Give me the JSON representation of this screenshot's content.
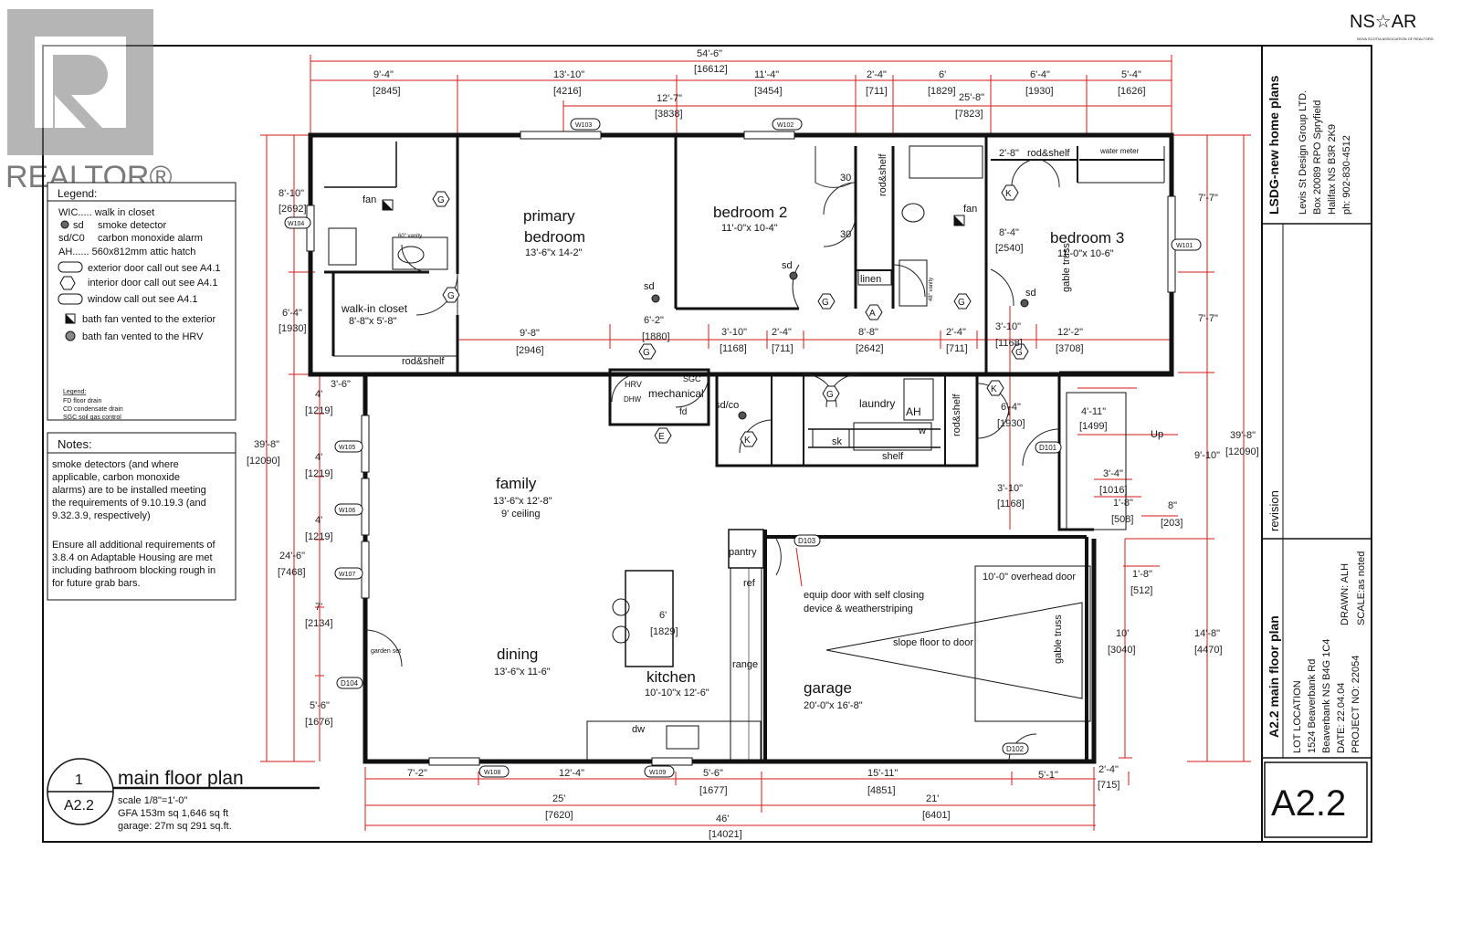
{
  "watermark": {
    "brand": "REALTOR®",
    "logo": "NS☆AR",
    "logo_sub": "NOVA SCOTIA ASSOCIATION OF REALTORS"
  },
  "dimensions": {
    "top_overall": "54'-6\"",
    "top_overall_mm": "[16612]",
    "top": [
      {
        "ft": "9'-4\"",
        "mm": "[2845]"
      },
      {
        "ft": "13'-10\"",
        "mm": "[4216]"
      },
      {
        "ft": "11'-4\"",
        "mm": "[3454]"
      },
      {
        "ft": "2'-4\"",
        "mm": "[711]"
      },
      {
        "ft": "6'",
        "mm": "[1829]"
      },
      {
        "ft": "6'-4\"",
        "mm": "[1930]"
      },
      {
        "ft": "5'-4\"",
        "mm": "[1626]"
      }
    ],
    "top2_a": "12'-7\"",
    "top2_a_mm": "[3838]",
    "top2_b": "25'-8\"",
    "top2_b_mm": "[7823]",
    "left_a": "8'-10\"",
    "left_a_mm": "[2692]",
    "left_b": "6'-4\"",
    "left_b_mm": "[1930]",
    "left_overall": "39'-8\"",
    "left_overall_mm": "[12090]",
    "left_c": "24'-6\"",
    "left_c_mm": "[7468]",
    "left_list": [
      {
        "ft": "3'-6\"",
        "mm": ""
      },
      {
        "ft": "4'",
        "mm": "[1219]"
      },
      {
        "ft": "4'",
        "mm": "[1219]"
      },
      {
        "ft": "4'",
        "mm": "[1219]"
      },
      {
        "ft": "7'",
        "mm": "[2134]"
      },
      {
        "ft": "5'-6\"",
        "mm": "[1676]"
      }
    ],
    "mid": [
      {
        "ft": "9'-8\"",
        "mm": "[2946]"
      },
      {
        "ft": "6'-2\"",
        "mm": "[1880]"
      },
      {
        "ft": "3'-10\"",
        "mm": "[1168]"
      },
      {
        "ft": "2'-4\"",
        "mm": "[711]"
      },
      {
        "ft": "8'-8\"",
        "mm": "[2642]"
      },
      {
        "ft": "2'-4\"",
        "mm": "[711]"
      },
      {
        "ft": "3'-10\"",
        "mm": "[1168]"
      },
      {
        "ft": "12'-2\"",
        "mm": "[3708]"
      }
    ],
    "right_a": "7'-7\"",
    "right_b": "7'-7\"",
    "right_c": "9'-10\"",
    "right_overall": "39'-8\"",
    "right_overall_mm": "[12090]",
    "right_d": "14'-8\"",
    "right_d_mm": "[4470]",
    "right_e": "10'",
    "right_e_mm": "[3040]",
    "right_small": [
      {
        "ft": "4'-11\"",
        "mm": "[1499]"
      },
      {
        "ft": "3'-4\"",
        "mm": "[1016]"
      },
      {
        "ft": "1'-8\"",
        "mm": "[508]"
      },
      {
        "ft": "8\"",
        "mm": "[203]"
      },
      {
        "ft": "1'-8\"",
        "mm": "[512]"
      },
      {
        "ft": "6'-4\"",
        "mm": "[1930]"
      },
      {
        "ft": "3'-10\"",
        "mm": "[1168]"
      },
      {
        "ft": "8'-4\"",
        "mm": "[2540]"
      },
      {
        "ft": "2'-8\"",
        "mm": ""
      }
    ],
    "bottom": [
      {
        "ft": "7'-2\"",
        "mm": ""
      },
      {
        "ft": "12'-4\"",
        "mm": ""
      },
      {
        "ft": "5'-6\"",
        "mm": "[1677]"
      },
      {
        "ft": "15'-11\"",
        "mm": "[4851]"
      },
      {
        "ft": "5'-1\"",
        "mm": ""
      },
      {
        "ft": "2'-4\"",
        "mm": "[715]"
      }
    ],
    "bottom2_a": "25'",
    "bottom2_a_mm": "[7620]",
    "bottom2_b": "21'",
    "bottom2_b_mm": "[6401]",
    "bottom_overall": "46'",
    "bottom_overall_mm": "[14021]",
    "island": "6'",
    "island_mm": "[1829]"
  },
  "rooms": {
    "primary": {
      "name": "primary bedroom",
      "name1": "primary",
      "name2": "bedroom",
      "size": "13'-6\"x 14-2\""
    },
    "bed2": {
      "name": "bedroom 2",
      "size": "11'-0\"x 10-4\""
    },
    "bed3": {
      "name": "bedroom 3",
      "size": "11'-0\"x 10-6\""
    },
    "wic": {
      "name": "walk-in closet",
      "size": "8'-8\"x 5'-8\""
    },
    "family": {
      "name": "family",
      "size": "13'-6\"x 12'-8\"",
      "note": "9' ceiling"
    },
    "dining": {
      "name": "dining",
      "size": "13'-6\"x 11-6\""
    },
    "kitchen": {
      "name": "kitchen",
      "size": "10'-10\"x 12'-6\""
    },
    "garage": {
      "name": "garage",
      "size": "20'-0\"x 16'-8\""
    },
    "laundry": "laundry",
    "mechanical": "mechanical",
    "linen": "linen",
    "pantry": "pantry"
  },
  "labels": {
    "fan1": "fan",
    "fan2": "fan",
    "vanity60": "60\" vanity",
    "vanity48": "48\" vanity",
    "rodshelf1": "rod&shelf",
    "rodshelf2": "rod&shelf",
    "rodshelf3": "rod&shelf",
    "rodshelf4": "rod&shelf",
    "water_meter": "water meter",
    "gable_truss1": "gable truss",
    "gable_truss2": "gable truss",
    "sd": "sd",
    "sdco": "sd/co",
    "hrv": "HRV",
    "dhw": "DHW",
    "sgc": "SGC",
    "fd": "fd",
    "ah": "AH",
    "w": "w",
    "sk": "sk",
    "shelf": "shelf",
    "ref": "ref",
    "range": "range",
    "dw": "dw",
    "garden_set": "garden set",
    "up": "Up",
    "n30a": "30",
    "n30b": "30",
    "overhead": "10'-0\" overhead door",
    "slope": "slope floor to door",
    "equip1": "equip door with self closing",
    "equip2": "device & weatherstriping"
  },
  "windows": [
    "W103",
    "W102",
    "W104",
    "W101",
    "W105",
    "W106",
    "W107",
    "W108",
    "W109"
  ],
  "doors_ext": [
    "D101",
    "D103",
    "D104",
    "D102"
  ],
  "doors_int": [
    "G",
    "A",
    "K",
    "E"
  ],
  "legend": {
    "title": "Legend:",
    "items": [
      "WIC..... walk in closet",
      "smoke detector",
      "carbon monoxide alarm",
      "AH...... 560x812mm attic hatch",
      "exterior door call out see A4.1",
      "interior door call out see A4.1",
      "window call out see A4.1",
      "bath fan vented to the exterior",
      "bath fan vented to the HRV"
    ],
    "sd": "sd",
    "sdco": "sd/C0",
    "sub_title": "Legend:",
    "sub": [
      "FD floor drain",
      "CD condensate drain",
      "SGC soil gas control"
    ]
  },
  "notes": {
    "title": "Notes:",
    "lines": [
      "smoke detectors (and where",
      "applicable, carbon monoxide",
      "alarms) are to be installed meeting",
      "the requirements of 9.10.19.3 (and",
      "9.32.3.9, respectively)",
      "",
      "Ensure all additional requirements of",
      "3.8.4 on Adaptable Housing are met",
      "including bathroom blocking rough in",
      "for future grab bars."
    ]
  },
  "drawing_title": {
    "num": "1",
    "sheet": "A2.2",
    "title": "main floor plan",
    "scale": "scale 1/8\"=1'-0\"",
    "gfa": "GFA 153m sq 1,646 sq ft",
    "garage": "garage: 27m sq 291 sq.ft."
  },
  "title_block": {
    "company": "LSDG-new home plans",
    "address": [
      "Levis St Design Group LTD.",
      "Box 20089 RPO Spryfield",
      "Halifax NS B3R 2K9",
      "ph: 902-830-4512"
    ],
    "revision": "revision",
    "sheet_title": "A2.2 main floor plan",
    "lot": [
      "LOT LOCATION",
      "1524 Beaverbank Rd",
      "Beaverbank NS B4G 1C4"
    ],
    "date": "DATE: 22.04.04",
    "project": "PROJECT NO: 22054",
    "drawn": "DRAWN: ALH",
    "scale": "SCALE:as noted",
    "sheet_no": "A2.2"
  }
}
